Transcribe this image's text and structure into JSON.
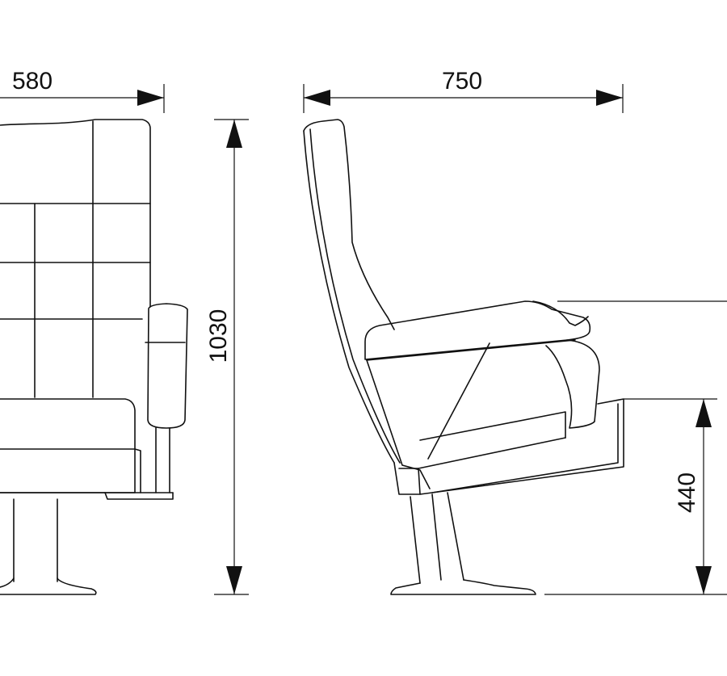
{
  "colors": {
    "line": "#111111",
    "background": "#ffffff"
  },
  "dimensions": {
    "front_width": "580",
    "side_depth": "750",
    "total_height": "1030",
    "seat_height": "440"
  }
}
